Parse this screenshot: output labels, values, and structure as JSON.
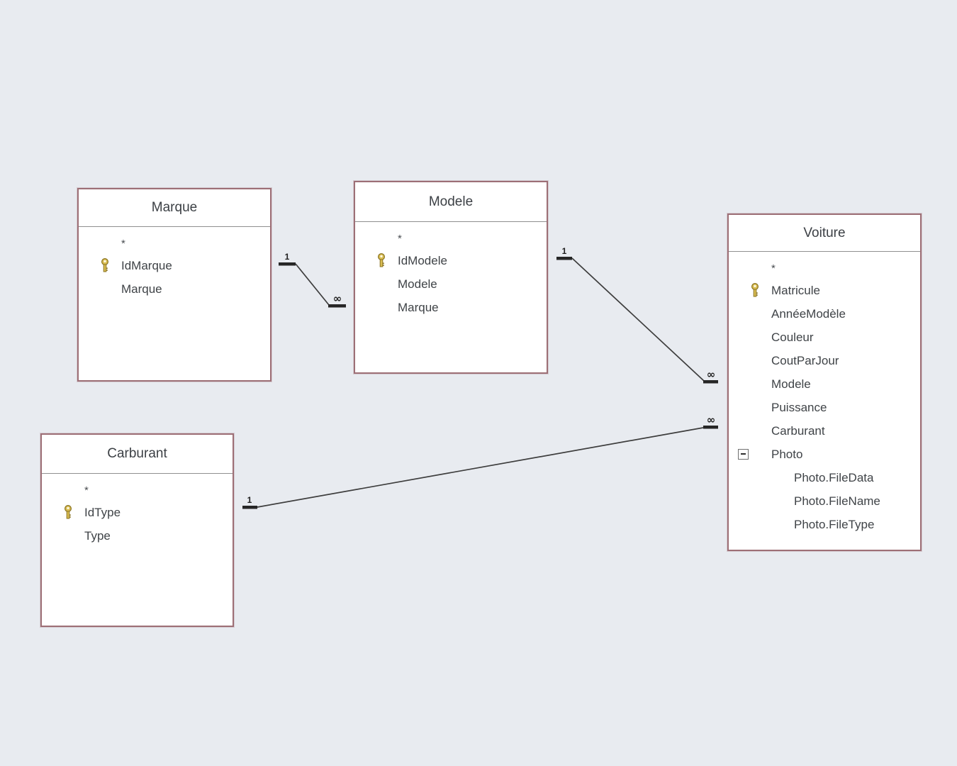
{
  "app": {
    "view": "relationships-diagram",
    "background_color": "#e8ebf0",
    "table_border_color": "#9d6f76",
    "divider_color": "#8f8f8f",
    "line_color": "#3d3d3d",
    "text_color": "#3f4347",
    "key_icon_color": "#d2b64d"
  },
  "icons": {
    "primary_key": "key-icon (gold vertical key)",
    "collapse": "minus-box-icon",
    "select_all": "*"
  },
  "tables": [
    {
      "name": "Marque",
      "fields": [
        {
          "label": "*"
        },
        {
          "label": "IdMarque",
          "primary_key": true
        },
        {
          "label": "Marque"
        }
      ]
    },
    {
      "name": "Modele",
      "fields": [
        {
          "label": "*"
        },
        {
          "label": "IdModele",
          "primary_key": true
        },
        {
          "label": "Modele"
        },
        {
          "label": "Marque"
        }
      ]
    },
    {
      "name": "Voiture",
      "fields": [
        {
          "label": "*"
        },
        {
          "label": "Matricule",
          "primary_key": true
        },
        {
          "label": "AnnéeModèle"
        },
        {
          "label": "Couleur"
        },
        {
          "label": "CoutParJour"
        },
        {
          "label": "Modele"
        },
        {
          "label": "Puissance"
        },
        {
          "label": "Carburant"
        },
        {
          "label": "Photo",
          "collapsible": true,
          "expanded": true
        },
        {
          "label": "Photo.FileData",
          "indent": true
        },
        {
          "label": "Photo.FileName",
          "indent": true
        },
        {
          "label": "Photo.FileType",
          "indent": true
        }
      ]
    },
    {
      "name": "Carburant",
      "fields": [
        {
          "label": "*"
        },
        {
          "label": "IdType",
          "primary_key": true
        },
        {
          "label": "Type"
        }
      ]
    }
  ],
  "relationships": [
    {
      "from": "Marque",
      "to": "Modele",
      "from_label": "1",
      "to_label": "∞"
    },
    {
      "from": "Modele",
      "to": "Voiture",
      "from_label": "1",
      "to_label": "∞"
    },
    {
      "from": "Carburant",
      "to": "Voiture",
      "from_label": "1",
      "to_label": "∞"
    }
  ]
}
